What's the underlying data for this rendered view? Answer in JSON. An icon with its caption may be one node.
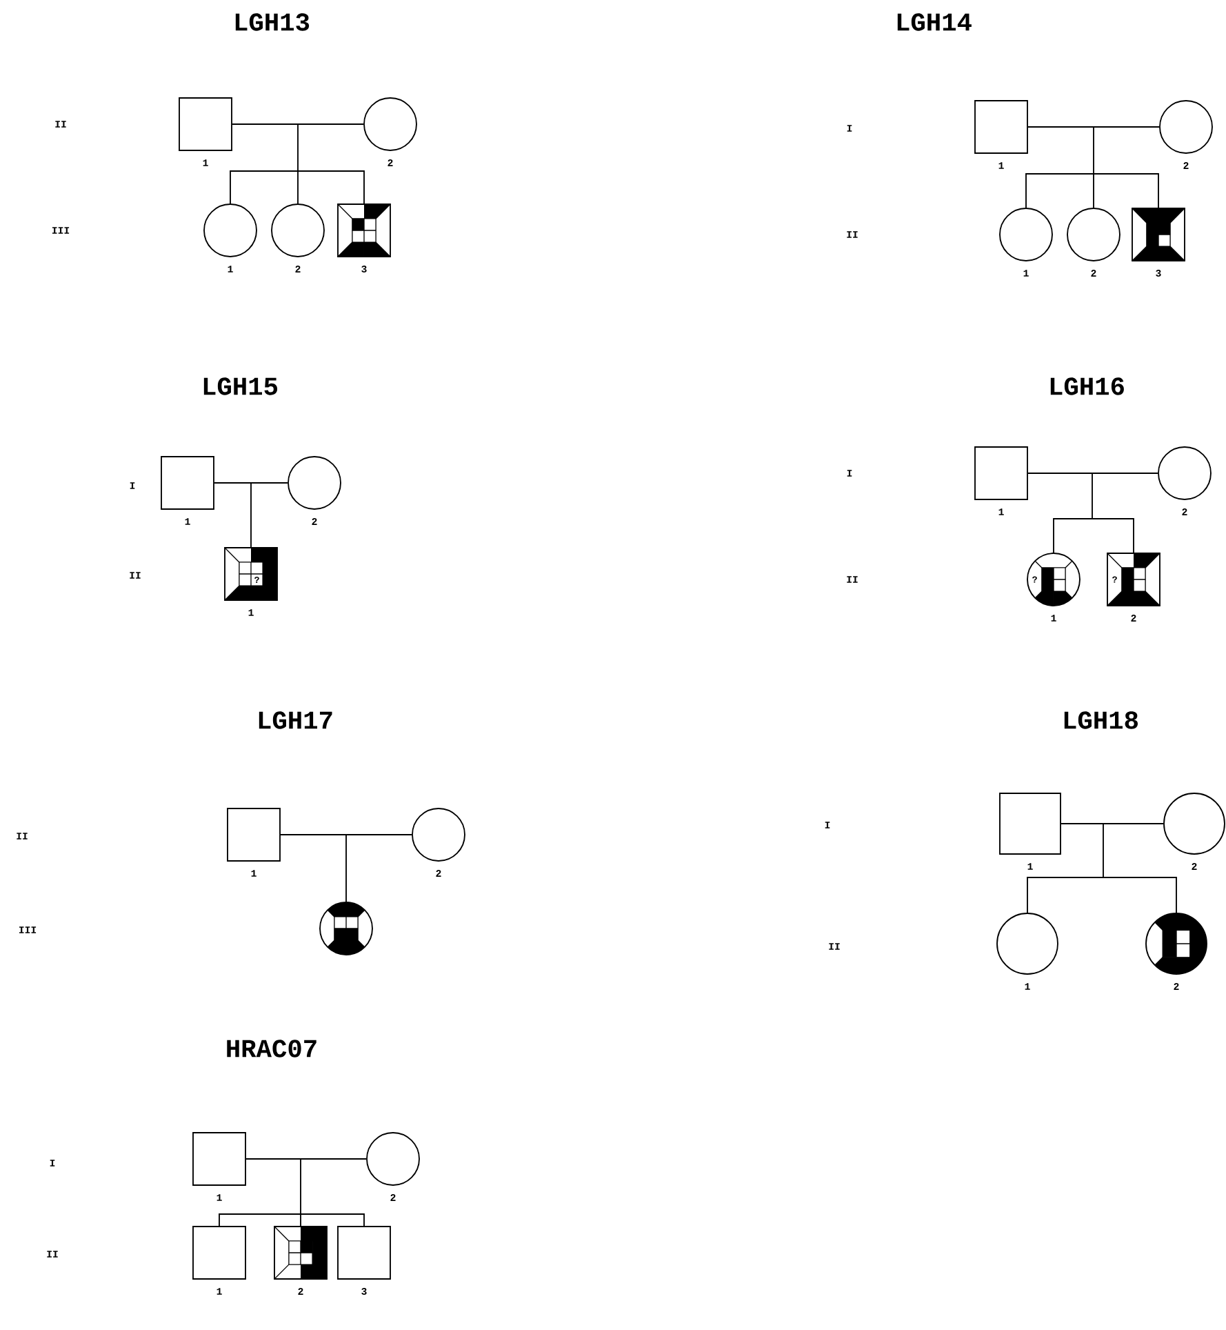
{
  "diagram": {
    "nodes": [
      {
        "text": [],
        "shape": "box",
        "beside": [
          "1"
        ]
      },
      {
        "text": [],
        "shape": "circle",
        "beside": [
          "2"
        ]
      },
      {
        "text": [],
        "shape": "circle",
        "beside": [
          "1"
        ]
      },
      {
        "text": [],
        "shape": "circle",
        "beside": [
          "2"
        ]
      },
      {
        "text": [],
        "shape": "box",
        "beside": [
          "3"
        ]
      },
      {
        "text": [],
        "shape": "box",
        "beside": [
          "1"
        ]
      },
      {
        "text": [],
        "shape": "circle",
        "beside": [
          "2"
        ]
      },
      {
        "text": [],
        "shape": "circle",
        "beside": [
          "1"
        ]
      },
      {
        "text": [],
        "shape": "circle",
        "beside": [
          "2"
        ]
      },
      {
        "text": [],
        "shape": "box",
        "beside": [
          "3"
        ]
      },
      {
        "text": [],
        "shape": "box",
        "beside": [
          "1"
        ]
      },
      {
        "text": [],
        "shape": "circle",
        "beside": [
          "2"
        ]
      },
      {
        "text": [
          "?"
        ],
        "beside": [
          "1"
        ]
      },
      {
        "text": [],
        "shape": "box",
        "beside": [
          "1"
        ]
      },
      {
        "text": [],
        "shape": "circle",
        "beside": [
          "2"
        ]
      },
      {
        "text": [
          "?"
        ],
        "beside": [
          "1"
        ]
      },
      {
        "text": [
          "?"
        ],
        "beside": [
          "2"
        ]
      },
      {
        "text": [],
        "shape": "box",
        "beside": [
          "1"
        ]
      },
      {
        "text": [],
        "shape": "circle",
        "beside": [
          "2"
        ]
      },
      {
        "text": [],
        "shape": "circle"
      },
      {
        "text": [],
        "shape": "box",
        "beside": [
          "1"
        ]
      },
      {
        "text": [],
        "shape": "circle",
        "beside": [
          "2"
        ]
      },
      {
        "text": [],
        "shape": "circle",
        "beside": [
          "1"
        ]
      },
      {
        "text": [],
        "shape": "circle",
        "beside": [
          "2"
        ]
      },
      {
        "text": [],
        "shape": "box",
        "beside": [
          "1"
        ]
      },
      {
        "text": [],
        "shape": "circle",
        "beside": [
          "2"
        ]
      },
      {
        "text": [],
        "shape": "box",
        "beside": [
          "1"
        ]
      },
      {
        "text": [],
        "shape": "box",
        "beside": [
          "2"
        ]
      },
      {
        "text": [],
        "shape": "box",
        "beside": [
          "3"
        ]
      }
    ],
    "edges": [
      {
        "from": 0,
        "to": 1,
        "arrow": "none"
      },
      {
        "from": null,
        "to": 2,
        "arrow": "none"
      },
      {
        "from": null,
        "to": 3,
        "arrow": "none"
      },
      {
        "from": null,
        "to": 4,
        "arrow": "none"
      },
      {
        "from": 5,
        "to": 6,
        "arrow": "none"
      },
      {
        "from": null,
        "to": 7,
        "arrow": "none"
      },
      {
        "from": null,
        "to": 8,
        "arrow": "none"
      },
      {
        "from": null,
        "to": 9,
        "arrow": "none"
      },
      {
        "from": 10,
        "to": 11,
        "arrow": "none"
      },
      {
        "from": null,
        "to": 12,
        "arrow": "none"
      },
      {
        "from": 13,
        "to": 14,
        "arrow": "none"
      },
      {
        "from": null,
        "to": 15,
        "arrow": "none"
      },
      {
        "from": null,
        "to": 16,
        "arrow": "none"
      },
      {
        "from": 17,
        "to": 18,
        "arrow": "none"
      },
      {
        "from": null,
        "to": 19,
        "arrow": "none"
      },
      {
        "from": 20,
        "to": 21,
        "arrow": "none"
      },
      {
        "from": null,
        "to": 22,
        "arrow": "none"
      },
      {
        "from": null,
        "to": 23,
        "arrow": "none"
      },
      {
        "from": 24,
        "to": 25,
        "arrow": "none"
      },
      {
        "from": null,
        "to": 26,
        "arrow": "none"
      },
      {
        "from": null,
        "to": 27,
        "arrow": "none"
      },
      {
        "from": null,
        "to": 28,
        "arrow": "none"
      }
    ],
    "labels": [
      "LGH13",
      "LGH14",
      "II",
      "I",
      "III",
      "II",
      "LGH15",
      "LGH16",
      "I",
      "I",
      "II",
      "II",
      "LGH17",
      "LGH18",
      "II",
      "I",
      "III",
      "II",
      "HRAC07",
      "I",
      "II"
    ]
  }
}
